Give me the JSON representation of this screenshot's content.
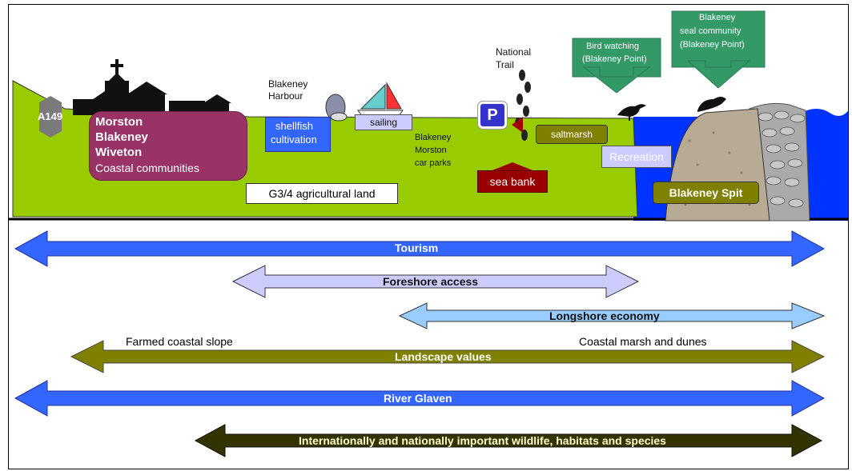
{
  "road_sign": "A149",
  "communities": {
    "line1": "Morston",
    "line2": "Blakeney",
    "line3": "Wiveton",
    "line4": "Coastal communities"
  },
  "harbour": {
    "line1": "Blakeney",
    "line2": "Harbour"
  },
  "shellfish": {
    "line1": "shellfish",
    "line2": "cultivation"
  },
  "sailing": "sailing",
  "car_parks": {
    "line1": "Blakeney",
    "line2": "Morston",
    "line3": "car parks"
  },
  "parking_sign": "P",
  "national_trail": {
    "line1": "National",
    "line2": "Trail"
  },
  "saltmarsh": "saltmarsh",
  "sea_bank": "sea bank",
  "recreation": "Recreation",
  "bird_watching": {
    "line1": "Bird watching",
    "line2": "(Blakeney Point)"
  },
  "seal_community": {
    "line1": "Blakeney",
    "line2": "seal community",
    "line3": "(Blakeney Point)"
  },
  "spit": "Blakeney Spit",
  "agricultural": "G3/4 agricultural land",
  "bands": {
    "tourism": "Tourism",
    "foreshore": "Foreshore access",
    "longshore": "Longshore economy",
    "farmed_slope": "Farmed coastal slope",
    "coastal_marsh": "Coastal marsh and dunes",
    "landscape": "Landscape values",
    "river": "River Glaven",
    "wildlife": "Internationally and nationally important wildlife, habitats and species"
  },
  "colors": {
    "land": "#99cc00",
    "sea": "#0033ff",
    "communities": "#993366",
    "callout": "#339966",
    "tourism": "#3366ff",
    "foreshore": "#ccccff",
    "longshore": "#99ccff",
    "landscape": "#808000",
    "wildlife": "#333300",
    "sea_bank": "#990000"
  }
}
